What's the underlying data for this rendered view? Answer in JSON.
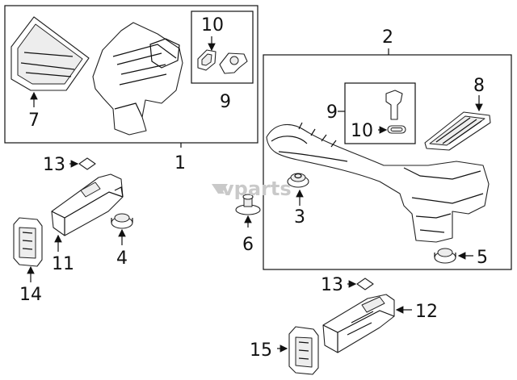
{
  "watermark": "vparts",
  "callouts": {
    "c1": "1",
    "c2": "2",
    "c3": "3",
    "c4": "4",
    "c5": "5",
    "c6": "6",
    "c7": "7",
    "c8": "8",
    "c9a": "9",
    "c9b": "9",
    "c10a": "10",
    "c10b": "10",
    "c11": "11",
    "c12": "12",
    "c13a": "13",
    "c13b": "13",
    "c14": "14",
    "c15": "15"
  }
}
